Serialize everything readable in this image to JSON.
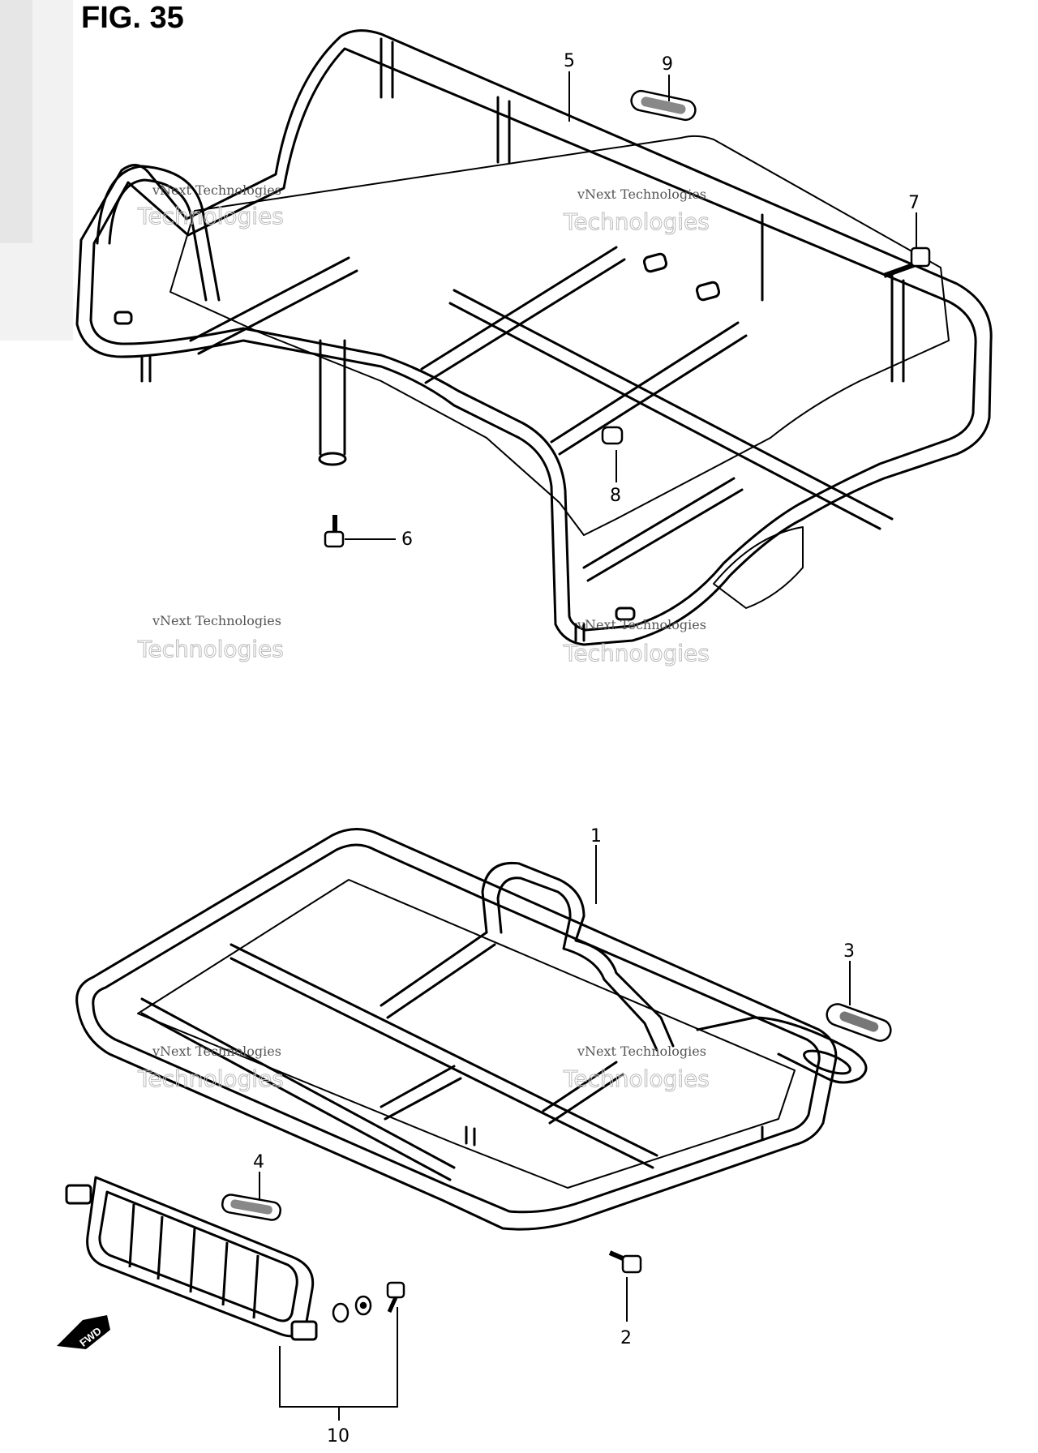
{
  "figure": {
    "title": "FIG. 35"
  },
  "callouts": {
    "p1": "1",
    "p2": "2",
    "p3": "3",
    "p4": "4",
    "p5": "5",
    "p6": "6",
    "p7": "7",
    "p8": "8",
    "p9": "9",
    "p10": "10"
  },
  "watermark": {
    "line1": "vNext Technologies",
    "line2": "Technologies"
  },
  "direction_label": "FWD",
  "colors": {
    "line": "#000000",
    "background": "#ffffff",
    "watermark": "#bbbbbb"
  }
}
